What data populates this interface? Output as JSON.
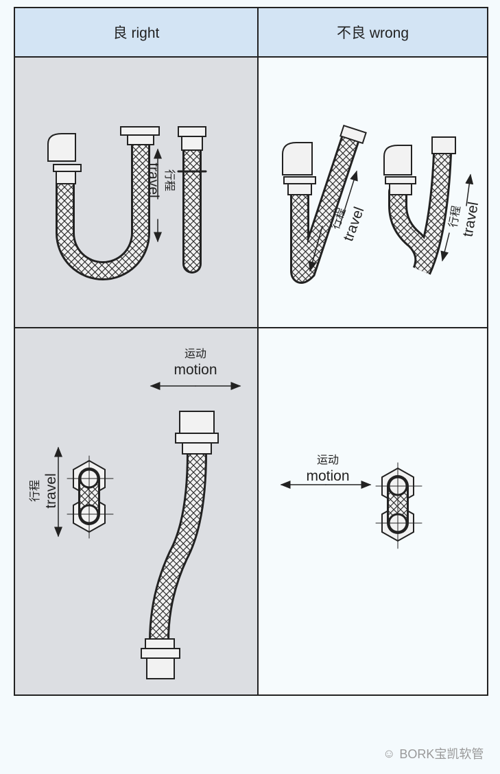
{
  "header": {
    "right_label": "良 right",
    "wrong_label": "不良 wrong"
  },
  "labels": {
    "travel_cn": "行程",
    "travel_en": "travel",
    "motion_cn": "运动",
    "motion_en": "motion"
  },
  "watermark": "BORK宝凯软管",
  "colors": {
    "header_bg": "#d3e4f4",
    "good_bg": "#dcdee2",
    "bad_bg": "#f6fbfd",
    "line": "#222222"
  }
}
